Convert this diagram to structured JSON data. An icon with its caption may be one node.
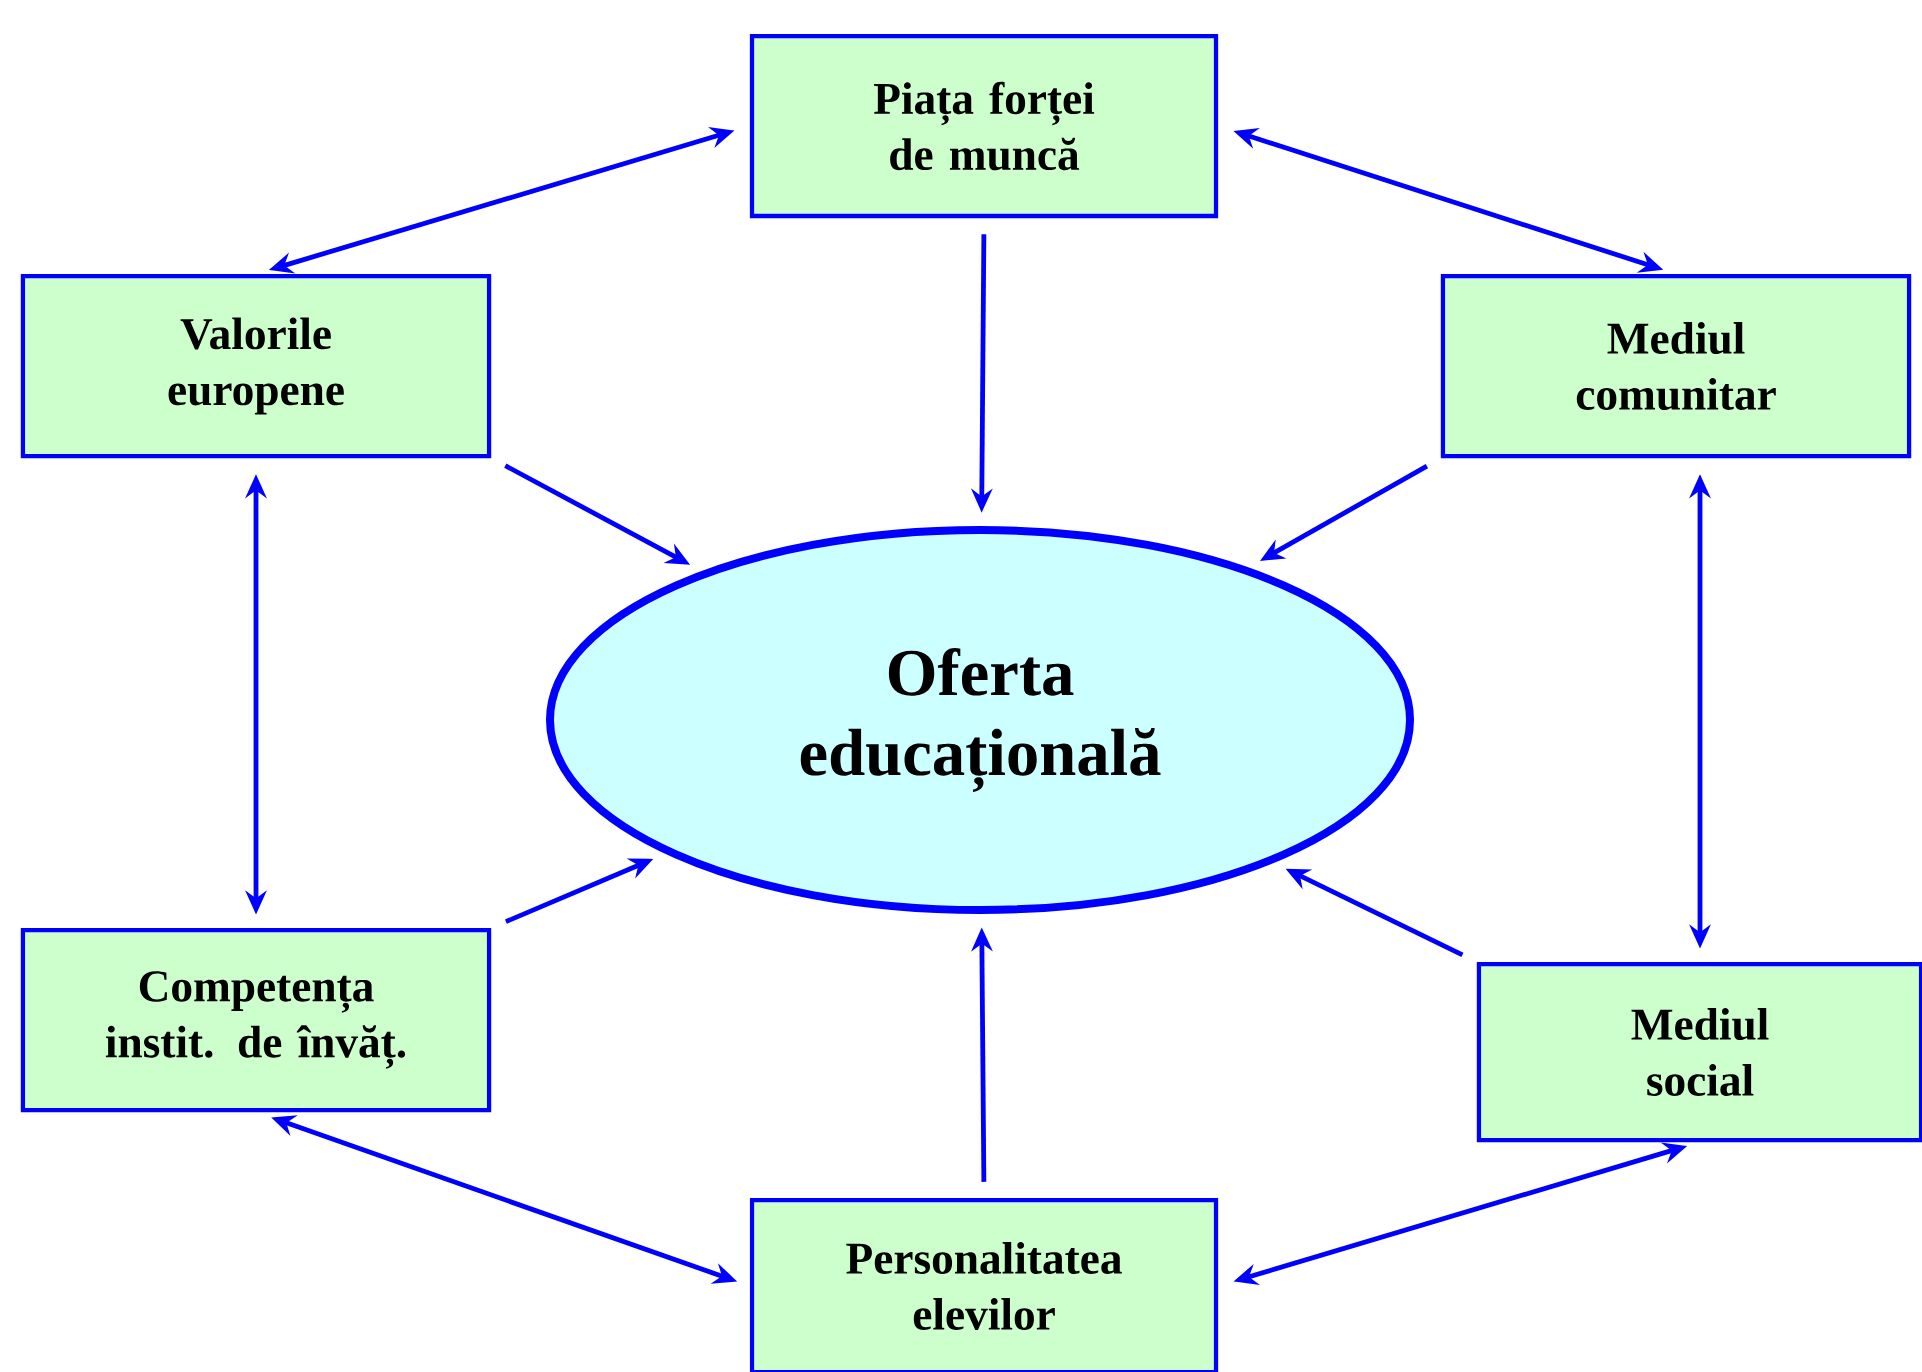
{
  "diagram": {
    "nodes": [
      {
        "text": [
          "Oferta educațională"
        ]
      },
      {
        "text": [
          "Piața forței de muncă"
        ]
      },
      {
        "text": [
          "Valorile europene"
        ]
      },
      {
        "text": [
          "Mediul comunitar"
        ]
      },
      {
        "text": [
          "Competența instit. de învăț."
        ]
      },
      {
        "text": [
          "Mediul social"
        ]
      },
      {
        "text": [
          "Personalitatea elevilor"
        ]
      }
    ],
    "edges": [
      {
        "from": 1,
        "to": 0,
        "arrow": "to"
      },
      {
        "from": 2,
        "to": 0,
        "arrow": "to"
      },
      {
        "from": 3,
        "to": 0,
        "arrow": "to"
      },
      {
        "from": 4,
        "to": 0,
        "arrow": "to"
      },
      {
        "from": 5,
        "to": 0,
        "arrow": "to"
      },
      {
        "from": 6,
        "to": 0,
        "arrow": "to"
      },
      {
        "from": 1,
        "to": 2,
        "arrow": "both"
      },
      {
        "from": 1,
        "to": 3,
        "arrow": "both"
      },
      {
        "from": 2,
        "to": 4,
        "arrow": "both"
      },
      {
        "from": 3,
        "to": 5,
        "arrow": "both"
      },
      {
        "from": 4,
        "to": 6,
        "arrow": "both"
      },
      {
        "from": 6,
        "to": 5,
        "arrow": "both"
      }
    ]
  }
}
